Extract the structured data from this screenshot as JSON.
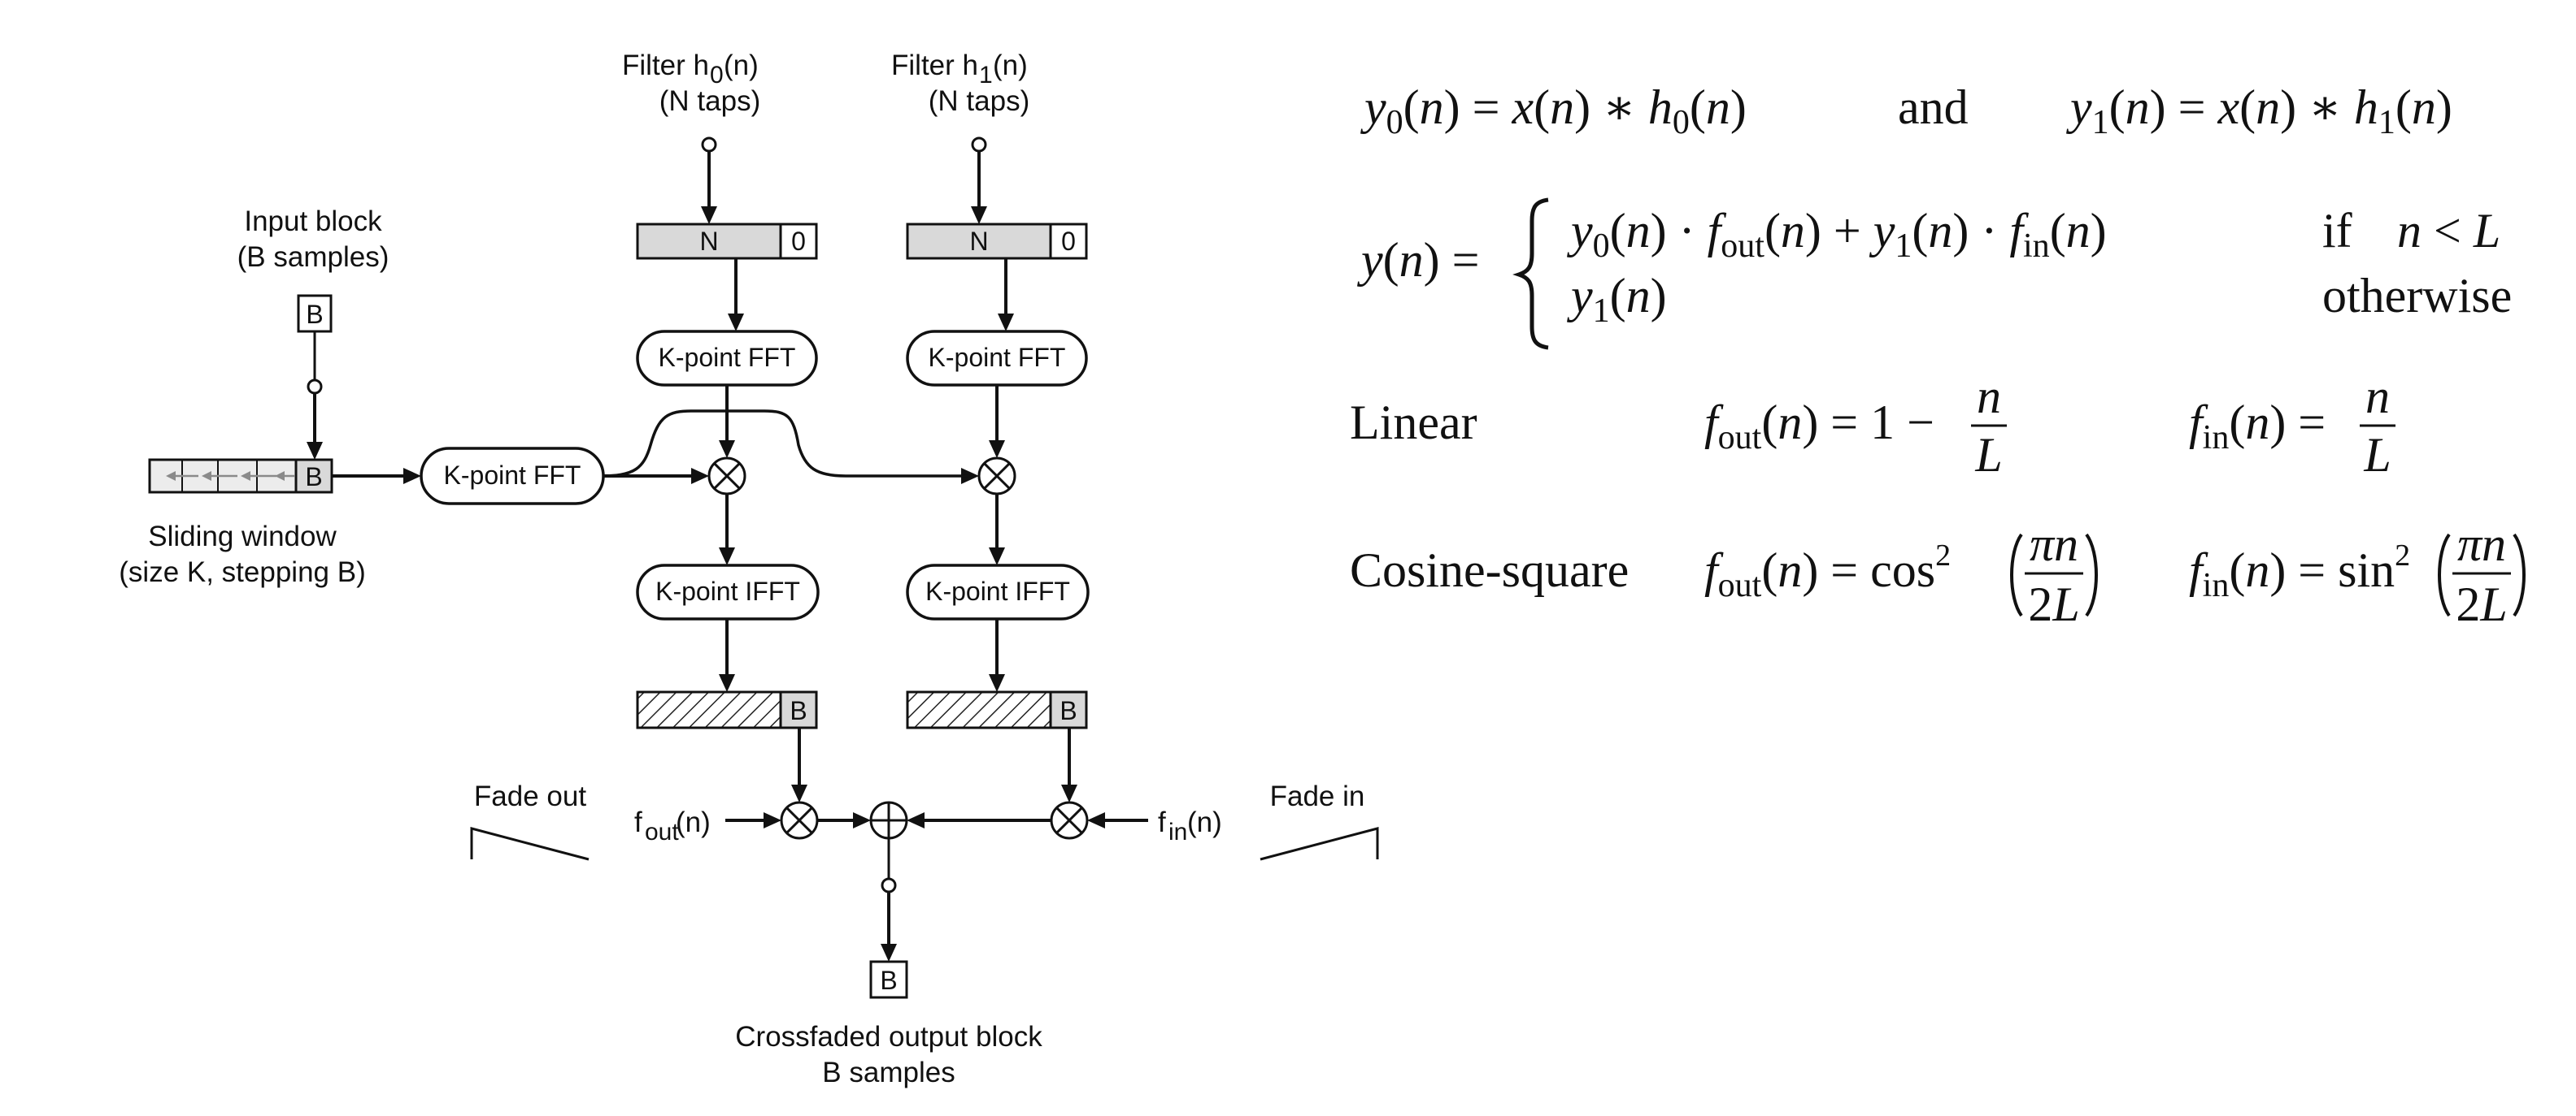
{
  "diagram": {
    "filter0": {
      "title": "Filter h",
      "sub": "0",
      "paren": "(n)",
      "taps": "(N taps)",
      "buf_n": "N",
      "buf_zero": "0"
    },
    "filter1": {
      "title": "Filter h",
      "sub": "1",
      "paren": "(n)",
      "taps": "(N taps)",
      "buf_n": "N",
      "buf_zero": "0"
    },
    "input_block": {
      "title": "Input block",
      "sub": "(B samples)",
      "box": "B"
    },
    "sliding_window": {
      "title": "Sliding window",
      "sub": "(size K, stepping B)",
      "last_cell": "B"
    },
    "fft_input": "K-point FFT",
    "fft_h0": "K-point FFT",
    "fft_h1": "K-point FFT",
    "ifft0": "K-point IFFT",
    "ifft1": "K-point IFFT",
    "overlap_buffer0": "B",
    "overlap_buffer1": "B",
    "fade_out": {
      "title": "Fade out",
      "f": "f",
      "sub": "out",
      "paren": "(n)"
    },
    "fade_in": {
      "title": "Fade in",
      "f": "f",
      "sub": "in",
      "paren": "(n)"
    },
    "output": {
      "box": "B",
      "title": "Crossfaded output block",
      "sub": "B samples"
    }
  },
  "equations": {
    "conv": {
      "connector": "and"
    },
    "piecewise": {
      "cond_if": "if",
      "cond_else": "otherwise"
    },
    "linear": {
      "label": "Linear"
    },
    "cosine": {
      "label": "Cosine-square"
    }
  },
  "colors": {
    "ink": "#111111",
    "buffer_fill": "#d9d9d9",
    "window_fill": "#ececec",
    "arrow_gray": "#8a8a8a"
  }
}
